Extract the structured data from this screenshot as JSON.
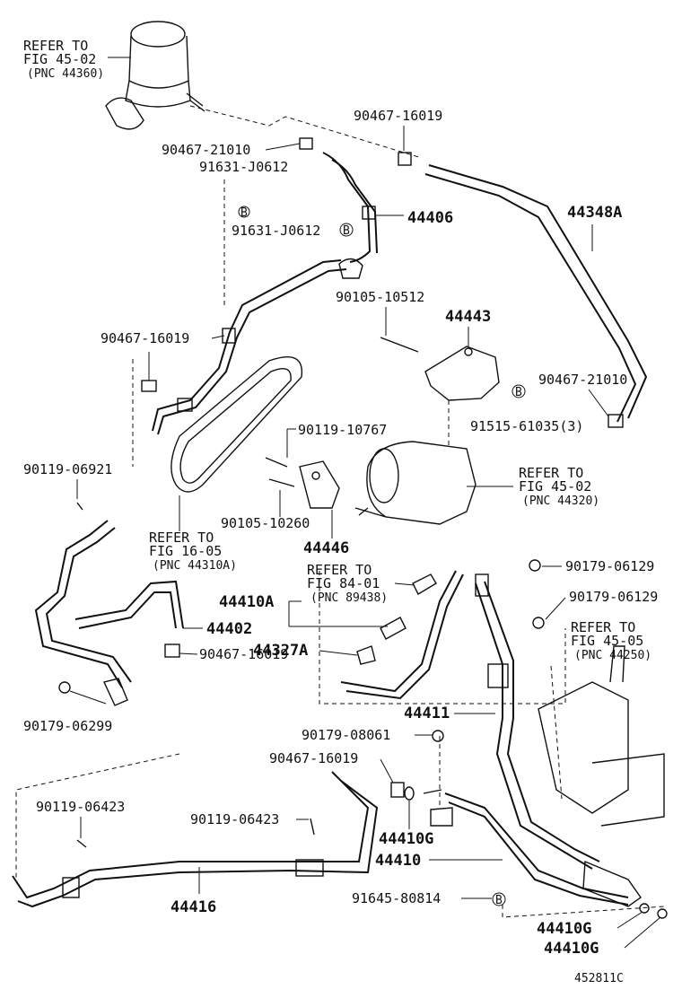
{
  "refs": {
    "reservoir": [
      "REFER TO",
      "FIG 45-02",
      "(PNC 44360)"
    ],
    "pump": [
      "REFER TO",
      "FIG 45-02",
      "(PNC 44320)"
    ],
    "belt": [
      "REFER TO",
      "FIG 16-05",
      "(PNC 44310A)"
    ],
    "aux": [
      "REFER TO",
      "FIG 84-01",
      "(PNC 89438)"
    ],
    "gear": [
      "REFER TO",
      "FIG 45-05",
      "(PNC 44250)"
    ]
  },
  "parts": {
    "p1": "90467-21010",
    "p2": "91631-J0612",
    "p3": "91631-J0612",
    "p4": "90467-16019",
    "p5": "44406",
    "p6": "44348A",
    "p7": "90105-10512",
    "p8": "44443",
    "p9": "90467-16019",
    "p10": "90467-21010",
    "p11": "90119-10767",
    "p12": "91515-61035(3)",
    "p13": "90119-06921",
    "p14": "90105-10260",
    "p15": "44446",
    "p16": "90179-06129",
    "p17": "90179-06129",
    "p18": "44410A",
    "p19": "44402",
    "p20": "44327A",
    "p21": "90467-16019",
    "p22": "90179-06299",
    "p23": "44411",
    "p24": "90179-08061",
    "p25": "90467-16019",
    "p26": "90119-06423",
    "p27": "90119-06423",
    "p28": "44410G",
    "p29": "44410",
    "p30": "44416",
    "p31": "91645-80814",
    "p32": "44410G",
    "p33": "44410G"
  },
  "marks": {
    "b": "B"
  },
  "figure_id": "452811C"
}
